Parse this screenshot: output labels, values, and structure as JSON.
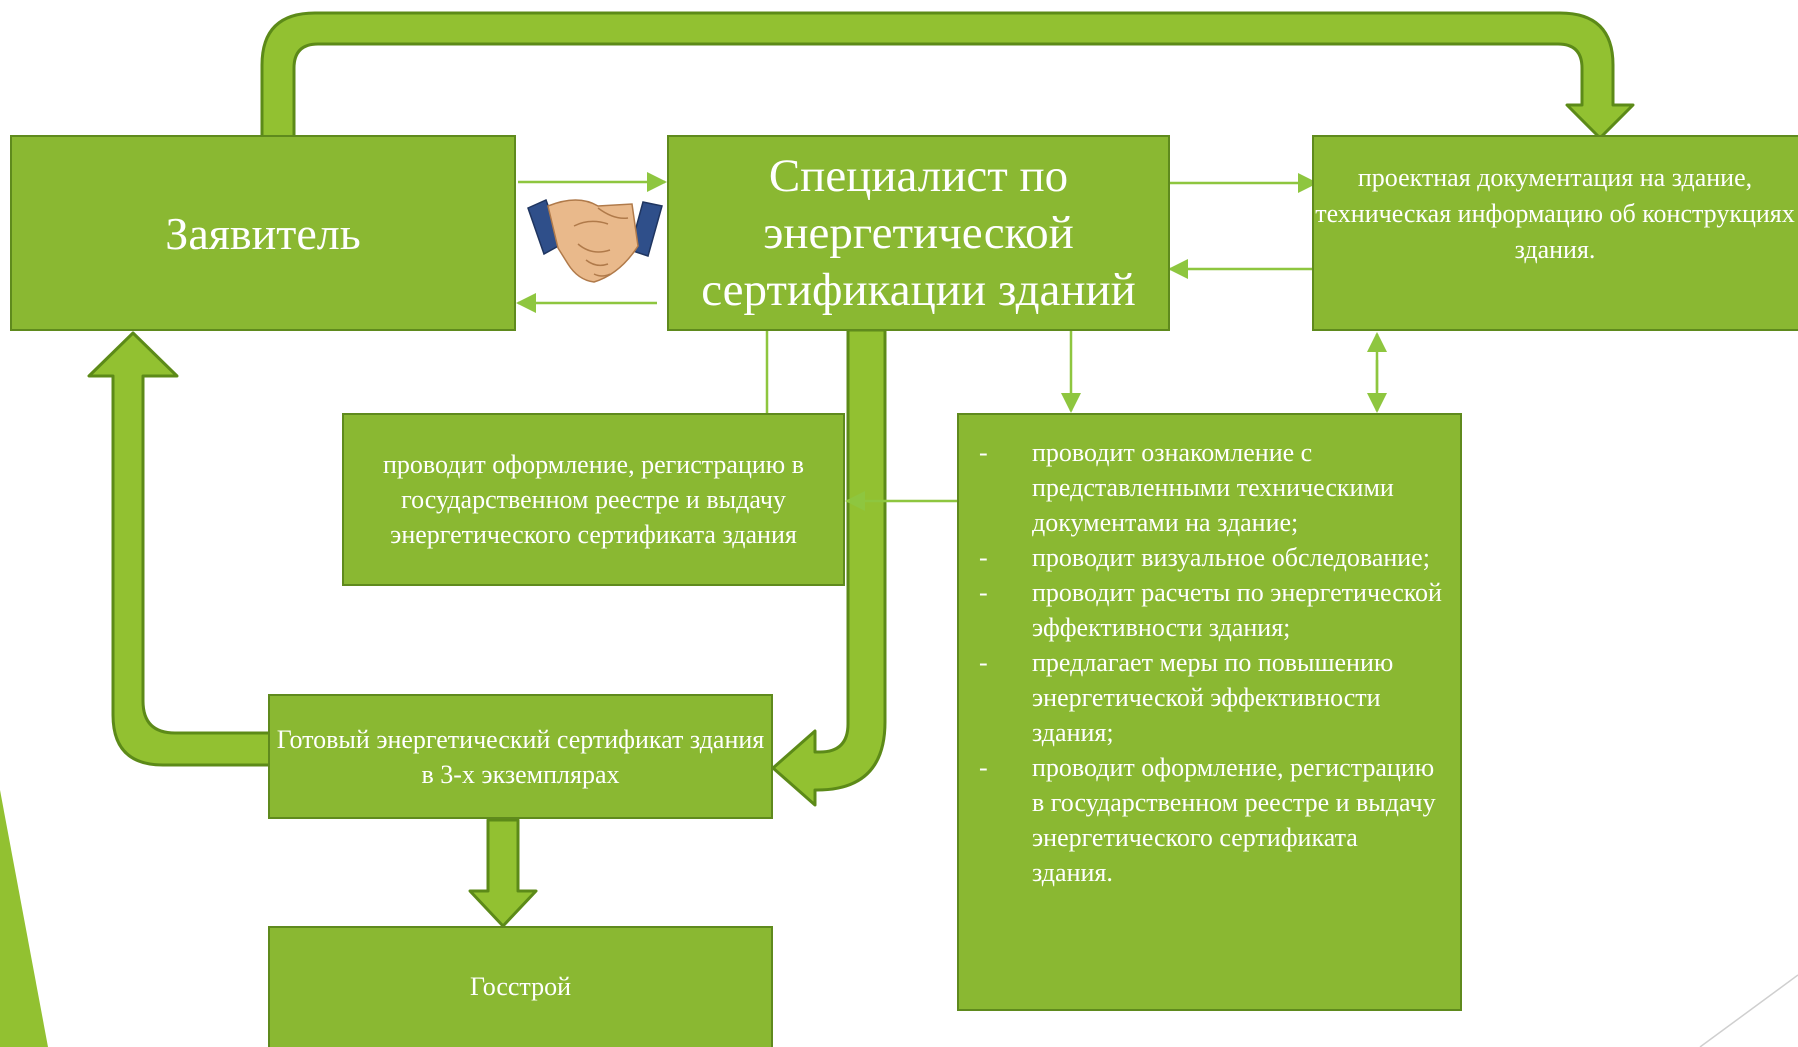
{
  "colors": {
    "box_fill": "#8ab832",
    "box_border": "#5f8a1d",
    "arrow_fill": "#92c131",
    "arrow_stroke": "#5c8a18",
    "connector": "#8ec63f",
    "text": "#ffffff",
    "side_accent": "#92c131"
  },
  "icons": {
    "handshake": "handshake-icon"
  },
  "boxes": {
    "applicant": "Заявитель",
    "specialist": "Специалист по энергетической сертификации зданий",
    "project_docs": "проектная документация на здание, техническая информацию об конструкциях здания.",
    "registration": "проводит оформление, регистрацию в государственном реестре и выдачу энергетического сертификата здания",
    "ready_certificate": "Готовый энергетический сертификат здания в 3-х экземплярах",
    "gosstroy": "Госстрой"
  },
  "specialist_actions": [
    "проводит ознакомление с представленными техническими документами на здание;",
    "проводит визуальное обследование;",
    "проводит расчеты по энергетической эффективности здания;",
    "предлагает меры по повышению энергетической эффективности здания;",
    "проводит оформление, регистрацию в государственном реестре и выдачу энергетического сертификата здания."
  ]
}
